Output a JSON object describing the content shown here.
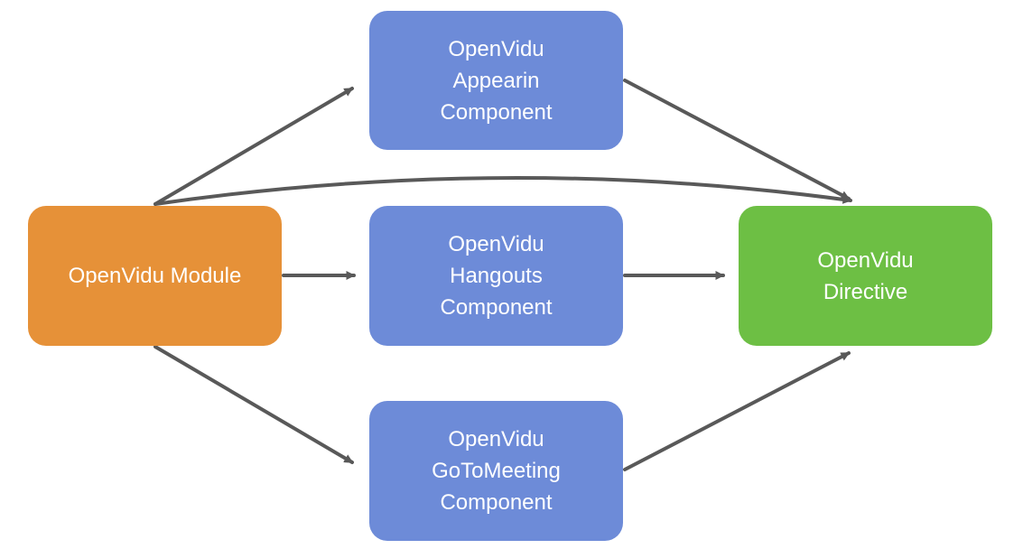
{
  "nodes": {
    "module": {
      "lines": [
        "OpenVidu Module"
      ],
      "color": "#e69138"
    },
    "appearin": {
      "lines": [
        "OpenVidu",
        "Appearin",
        "Component"
      ],
      "color": "#6d8bd8"
    },
    "hangouts": {
      "lines": [
        "OpenVidu",
        "Hangouts",
        "Component"
      ],
      "color": "#6d8bd8"
    },
    "gotomeeting": {
      "lines": [
        "OpenVidu",
        "GoToMeeting",
        "Component"
      ],
      "color": "#6d8bd8"
    },
    "directive": {
      "lines": [
        "OpenVidu",
        "Directive"
      ],
      "color": "#6dbf44"
    }
  },
  "edges": [
    {
      "from": "module",
      "to": "appearin"
    },
    {
      "from": "module",
      "to": "hangouts"
    },
    {
      "from": "module",
      "to": "gotomeeting"
    },
    {
      "from": "module",
      "to": "directive"
    },
    {
      "from": "appearin",
      "to": "directive"
    },
    {
      "from": "hangouts",
      "to": "directive"
    },
    {
      "from": "gotomeeting",
      "to": "directive"
    }
  ],
  "edge_color": "#595959"
}
